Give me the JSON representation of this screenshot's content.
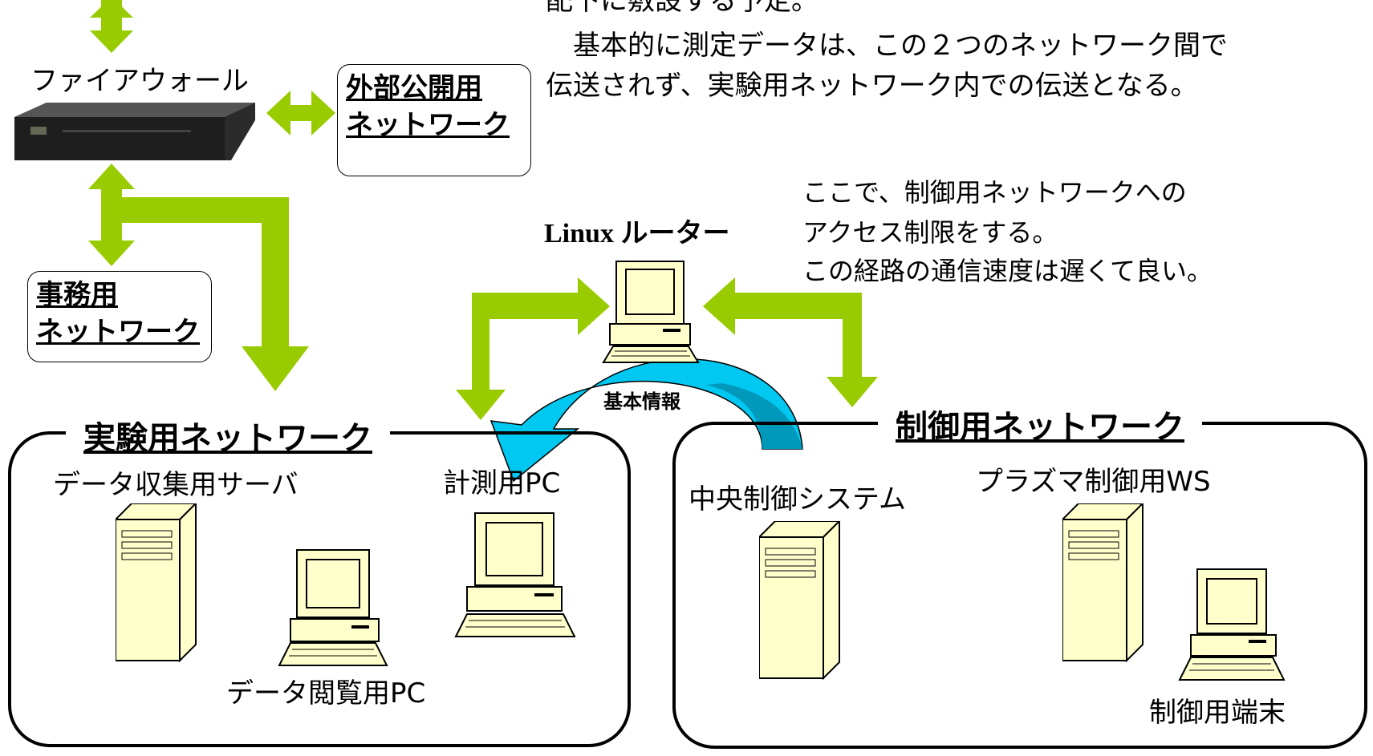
{
  "top_text": {
    "line0": "配下に敷設する予定。",
    "line1": "基本的に測定データは、この２つのネットワーク間で",
    "line2": "伝送されず、実験用ネットワーク内での伝送となる。"
  },
  "firewall": {
    "label": "ファイアウォール"
  },
  "external_network": {
    "line1": "外部公開用",
    "line2": "ネットワーク"
  },
  "office_network": {
    "line1": "事務用",
    "line2": "ネットワーク"
  },
  "router": {
    "label": "Linux ルーター",
    "note1": "ここで、制御用ネットワークへの",
    "note2": "アクセス制限をする。",
    "note3": "この経路の通信速度は遅くて良い。"
  },
  "basic_info_label": "基本情報",
  "experiment_network": {
    "title": "実験用ネットワーク",
    "data_server": "データ収集用サーバ",
    "measure_pc": "計測用PC",
    "viewer_pc": "データ閲覧用PC"
  },
  "control_network": {
    "title": "制御用ネットワーク",
    "central": "中央制御システム",
    "plasma_ws": "プラズマ制御用WS",
    "terminal": "制御用端末"
  },
  "colors": {
    "arrow_green": "#99cc00",
    "arrow_blue": "#00c8f0",
    "device_fill": "#ffffcc"
  }
}
